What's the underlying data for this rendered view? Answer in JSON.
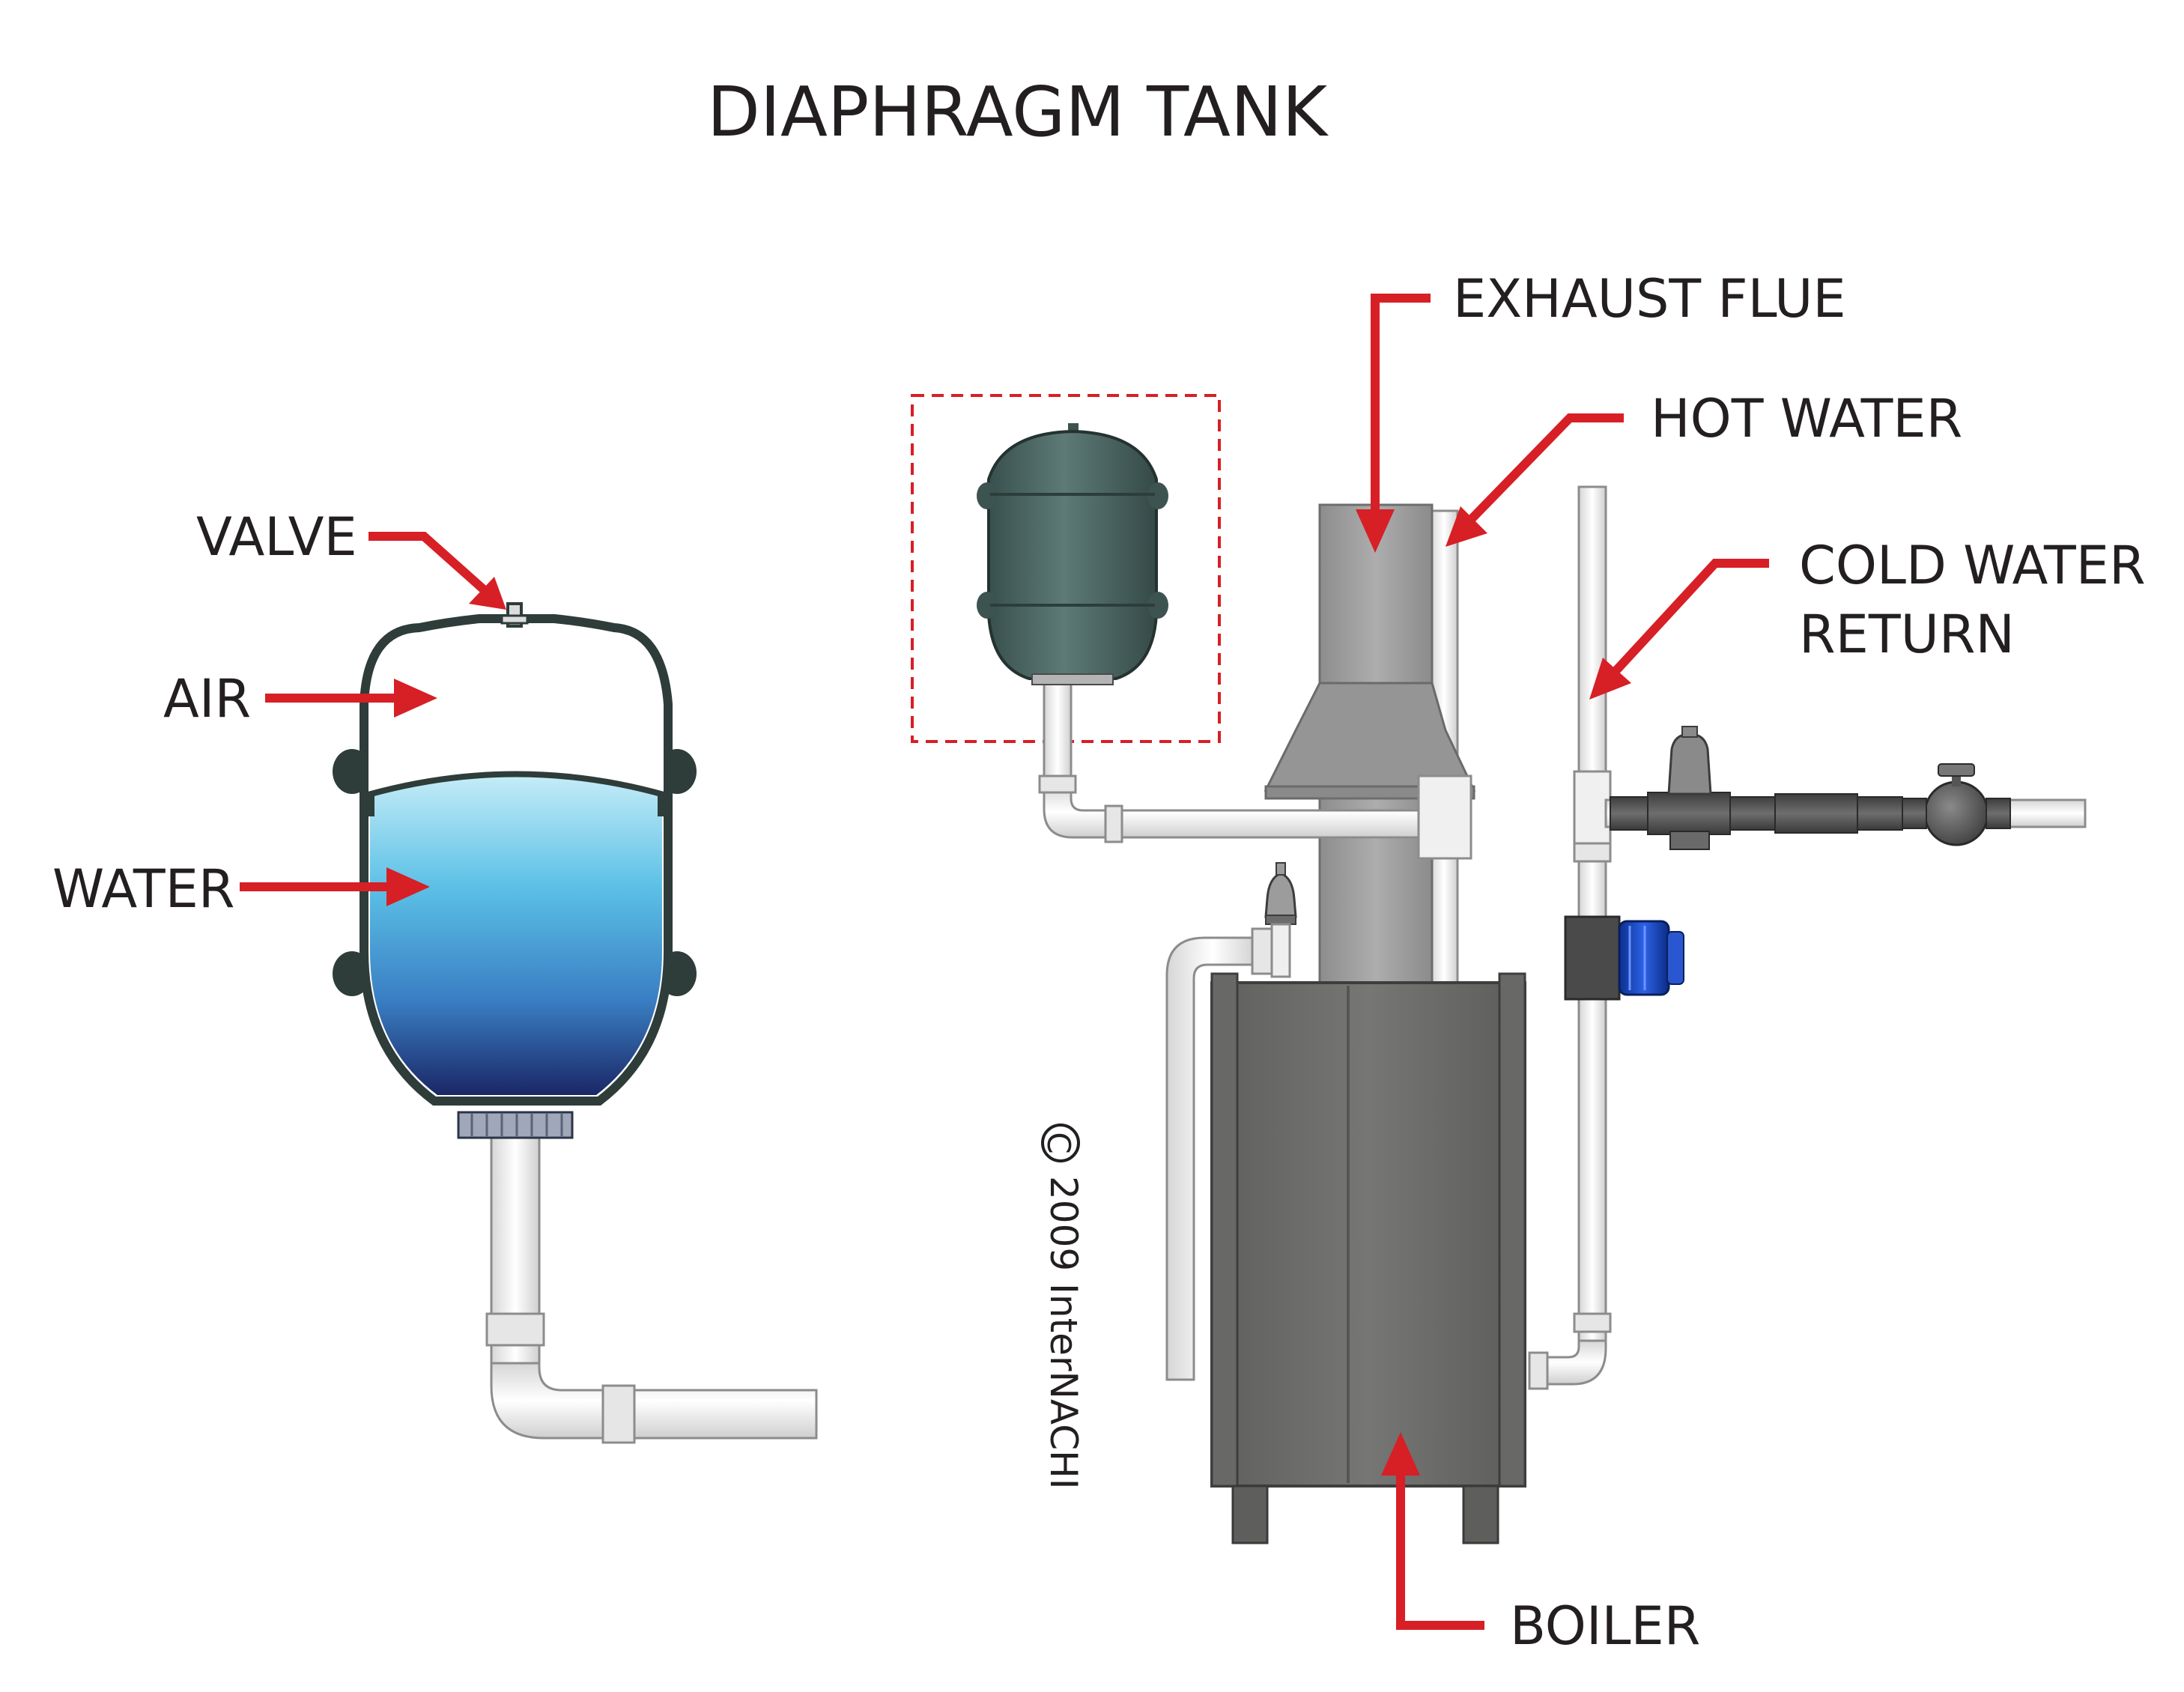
{
  "title": "DIAPHRAGM TANK",
  "labels": {
    "valve": "VALVE",
    "air": "AIR",
    "water": "WATER",
    "exhaust_flue": "EXHAUST FLUE",
    "hot_water": "HOT WATER",
    "cold_water_return_line1": "COLD WATER",
    "cold_water_return_line2": "RETURN",
    "boiler": "BOILER"
  },
  "copyright": {
    "symbol": "C",
    "text": "2009 InterNACHI"
  },
  "colors": {
    "arrow": "#d71f26",
    "text": "#231f20",
    "tank_shell": "#2e3c3a",
    "tank_green": "#4a6360",
    "water_top": "#bfe8f5",
    "water_mid": "#58b9e2",
    "water_bottom": "#1a2a6a",
    "pipe": "#f2f2f2",
    "boiler": "#6f6f6d",
    "flue": "#9a9a9a",
    "pump_blue": "#1f4fd1",
    "dashed_box": "#d71f26"
  },
  "icons": [
    "valve-icon",
    "pressure-relief-valve-icon",
    "ball-valve-icon",
    "circulator-pump-icon"
  ]
}
